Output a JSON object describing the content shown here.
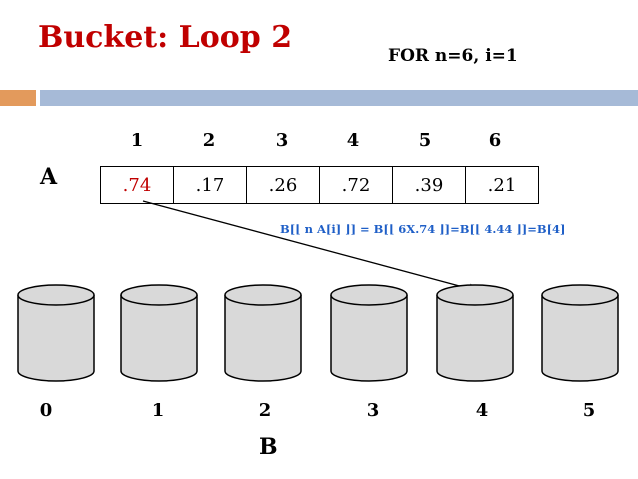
{
  "title": "Bucket: Loop 2",
  "loop_label": "FOR n=6, i=1",
  "array_a": {
    "label": "A",
    "indices": [
      "1",
      "2",
      "3",
      "4",
      "5",
      "6"
    ],
    "values": [
      ".74",
      ".17",
      ".26",
      ".72",
      ".39",
      ".21"
    ],
    "highlighted_index": 0,
    "highlight_color": "#c00000"
  },
  "formula": "B[⌊ n A[i] ⌋] = B[⌊ 6X.74 ⌋]=B[⌊ 4.44 ⌋]=B[4]",
  "formula_color": "#1f5fc7",
  "buckets": {
    "label": "B",
    "indices": [
      "0",
      "1",
      "2",
      "3",
      "4",
      "5"
    ],
    "target_index": 4,
    "fill_color": "#d9d9d9"
  },
  "arrow": {
    "from": "A[1]",
    "to": "B[4]"
  },
  "accent_colors": {
    "orange_bar": "#e39a5c",
    "blue_bar": "#a6bad7"
  }
}
